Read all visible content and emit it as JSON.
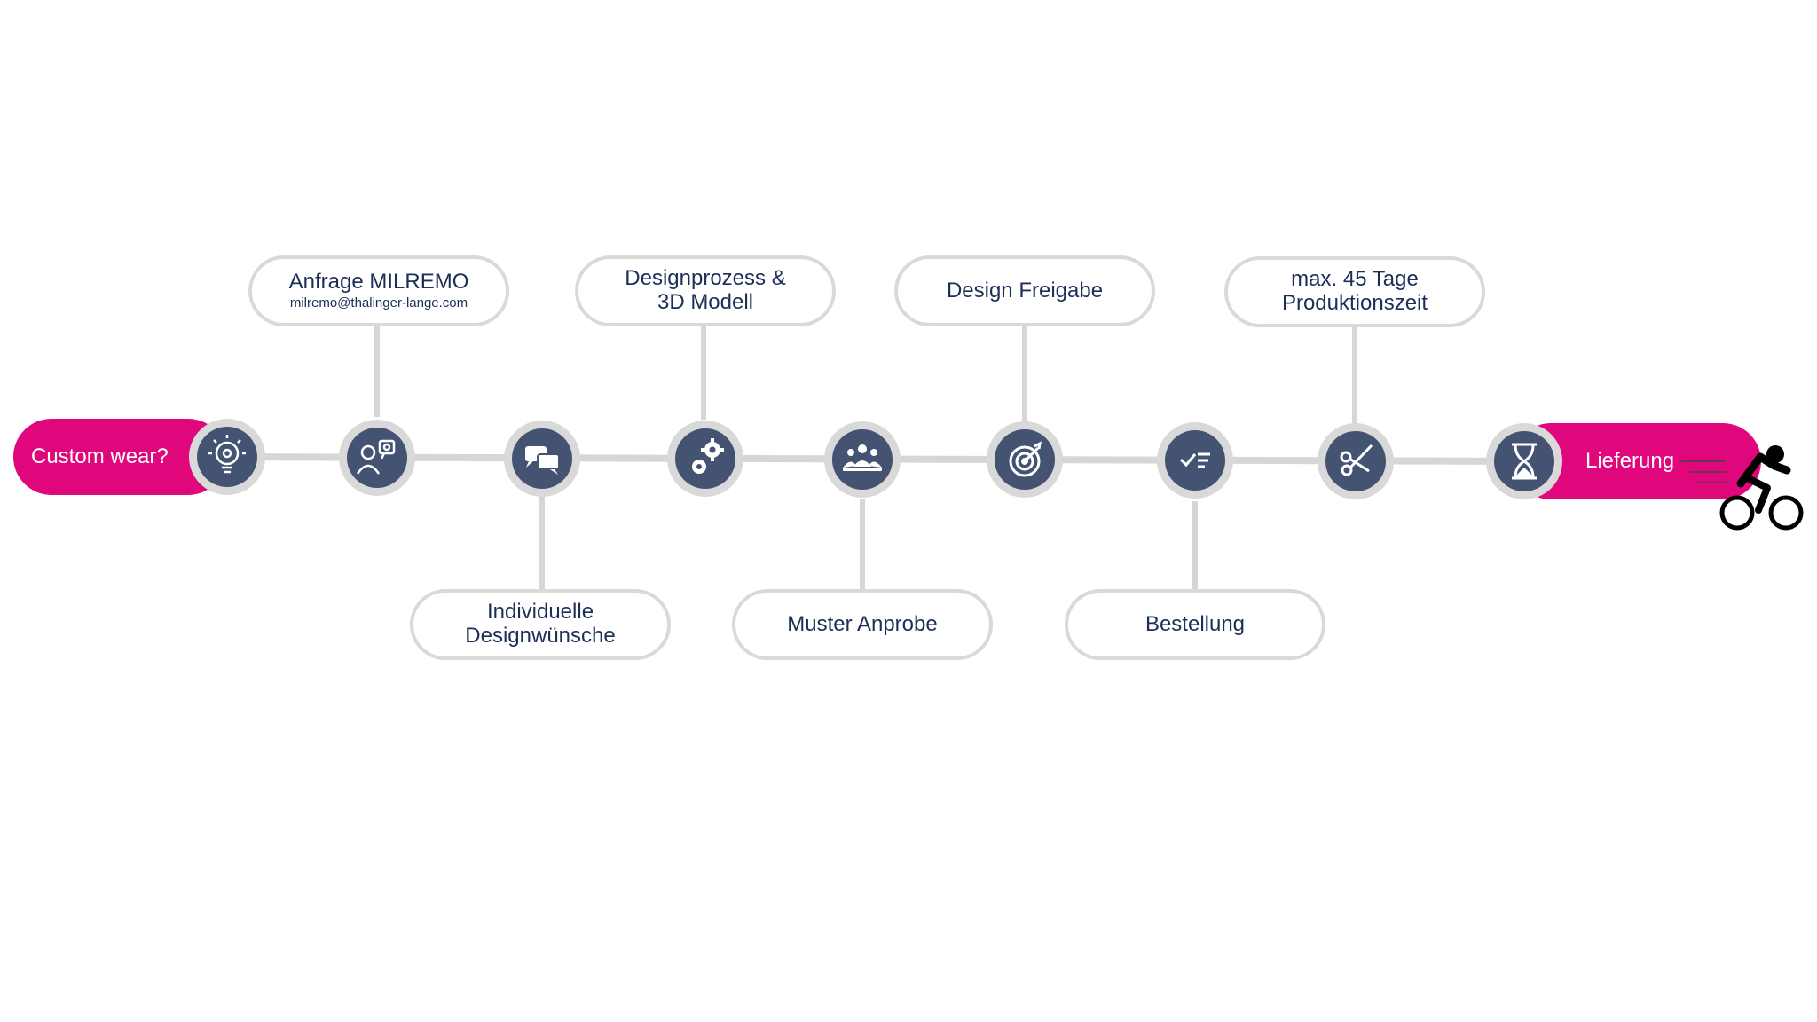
{
  "start": {
    "label": "Custom wear?"
  },
  "end": {
    "label": "Lieferung"
  },
  "steps_top": [
    {
      "title": "Anfrage MILREMO",
      "subtitle": "milremo@thalinger-lange.com"
    },
    {
      "title": "Designprozess &",
      "title2": "3D Modell"
    },
    {
      "title": "Design Freigabe"
    },
    {
      "title": "max. 45 Tage",
      "title2": "Produktionszeit"
    }
  ],
  "steps_bottom": [
    {
      "title": "Individuelle",
      "title2": "Designwünsche"
    },
    {
      "title": "Muster Anprobe"
    },
    {
      "title": "Bestellung"
    }
  ],
  "icons": [
    "lightbulb-icon",
    "people-idea-icon",
    "chat-bubbles-icon",
    "gears-icon",
    "team-icon",
    "target-icon",
    "checklist-icon",
    "scissors-icon",
    "hourglass-icon",
    "cyclist-icon"
  ],
  "colors": {
    "accent": "#e0077d",
    "node": "#445371",
    "ring": "#d9d9d9",
    "text": "#1c2f57",
    "connector": "#d6d6d6"
  }
}
